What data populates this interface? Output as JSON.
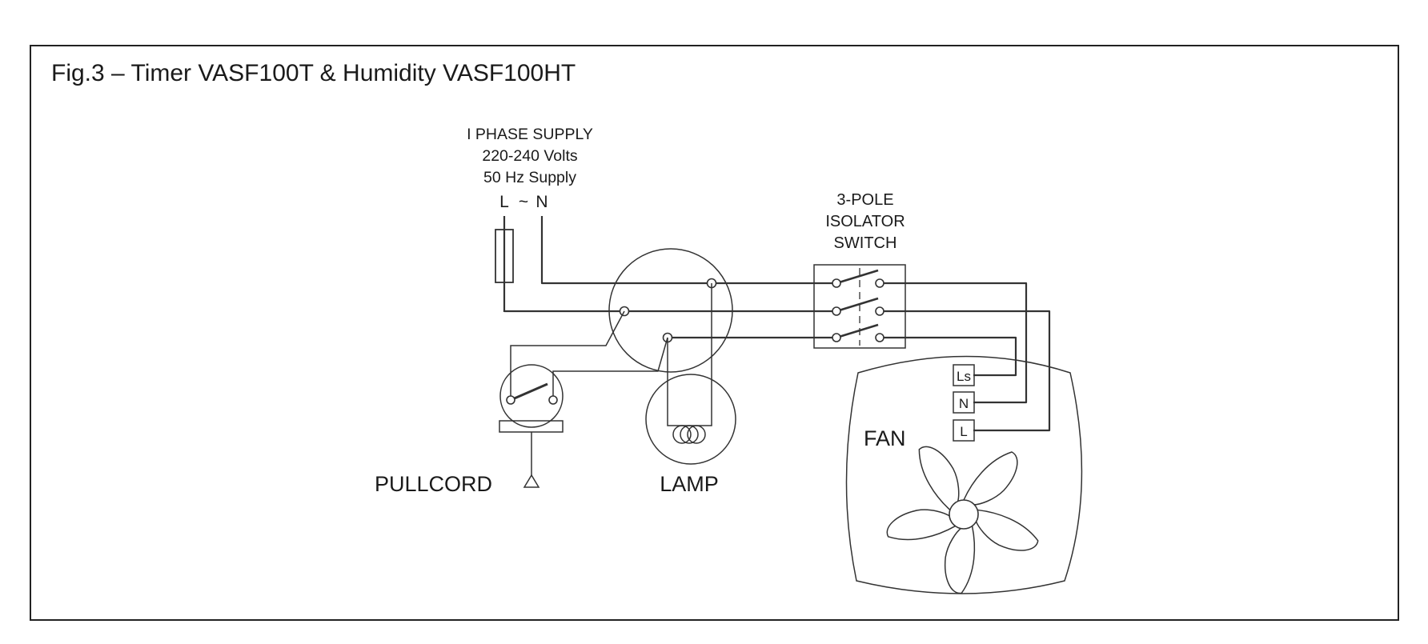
{
  "figure": {
    "title": "Fig.3 – Timer VASF100T & Humidity VASF100HT"
  },
  "supply": {
    "line1": "I PHASE SUPPLY",
    "line2": "220-240 Volts",
    "line3": "50 Hz Supply",
    "live": "L",
    "tilde": "~",
    "neutral": "N"
  },
  "isolator": {
    "line1": "3-POLE",
    "line2": "ISOLATOR",
    "line3": "SWITCH"
  },
  "fan": {
    "label": "FAN",
    "terminals": [
      "Ls",
      "N",
      "L"
    ]
  },
  "pullcord": {
    "label": "PULLCORD"
  },
  "lamp": {
    "label": "LAMP"
  },
  "colors": {
    "ink": "#333333",
    "text": "#1a1a1a",
    "background": "#ffffff"
  },
  "icons": [
    "fuse-icon",
    "pullcord-switch-icon",
    "lamp-icon",
    "isolator-switch-icon",
    "fan-impeller-icon"
  ]
}
